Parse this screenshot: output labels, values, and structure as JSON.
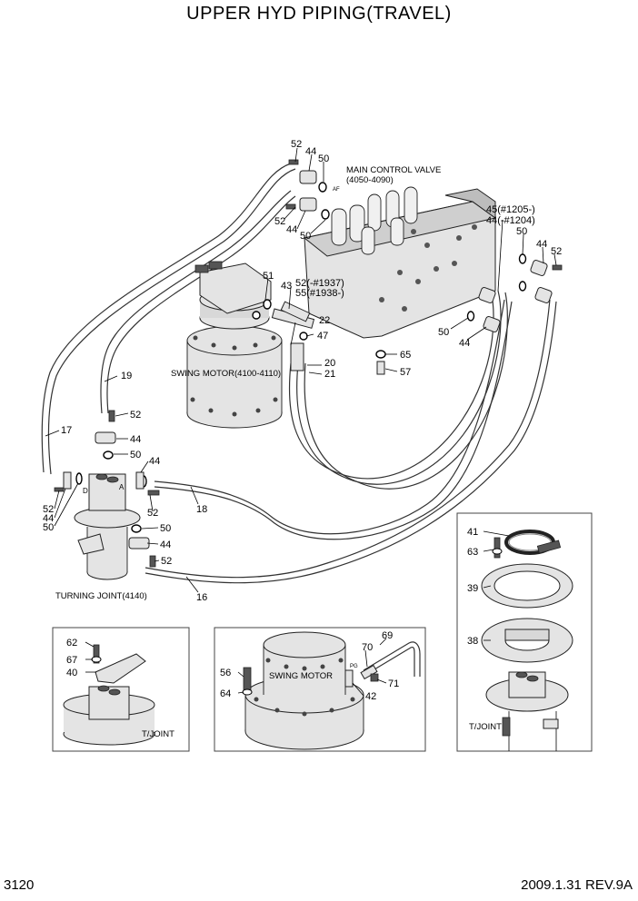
{
  "title": "UPPER HYD PIPING(TRAVEL)",
  "page_number": "3120",
  "revision": "2009.1.31  REV.9A",
  "captions": {
    "main_control_valve": "MAIN CONTROL VALVE",
    "main_control_valve_code": "(4050-4090)",
    "swing_motor_main": "SWING MOTOR(4100-4110)",
    "turning_joint": "TURNING JOINT(4140)",
    "tjoint_left": "T/JOINT",
    "swing_motor_detail": "SWING MOTOR",
    "tjoint_right": "T/JOINT",
    "port_af": "AF",
    "port_d": "D",
    "port_a": "A",
    "port_pg": "PG"
  },
  "labels": {
    "l52_top": "52",
    "l44_top": "44",
    "l50_top": "50",
    "l52_mid": "52",
    "l44_mid": "44",
    "l50_mid": "50",
    "l45": "45(#1205-)",
    "l44r": "44(-#1204)",
    "l50_r1": "50",
    "l44_r1": "44",
    "l52_r1": "52",
    "l51": "51",
    "l43": "43",
    "l52_1937": "52(-#1937)",
    "l55_1938": "55(#1938-)",
    "l22": "22",
    "l47": "47",
    "l20": "20",
    "l21": "21",
    "l65": "65",
    "l57": "57",
    "l50_r2": "50",
    "l44_r2": "44",
    "l19": "19",
    "l17": "17",
    "l52_a": "52",
    "l44_a": "44",
    "l50_a": "50",
    "l44_b": "44",
    "l18": "18",
    "l52_b": "52",
    "l44_c": "44",
    "l50_c": "50",
    "l50_d": "50",
    "l44_d": "44",
    "l52_c": "52",
    "l16": "16",
    "l41": "41",
    "l63": "63",
    "l39": "39",
    "l38": "38",
    "l62": "62",
    "l67": "67",
    "l40": "40",
    "l56": "56",
    "l64": "64",
    "l70": "70",
    "l69": "69",
    "l42": "42",
    "l71": "71"
  }
}
